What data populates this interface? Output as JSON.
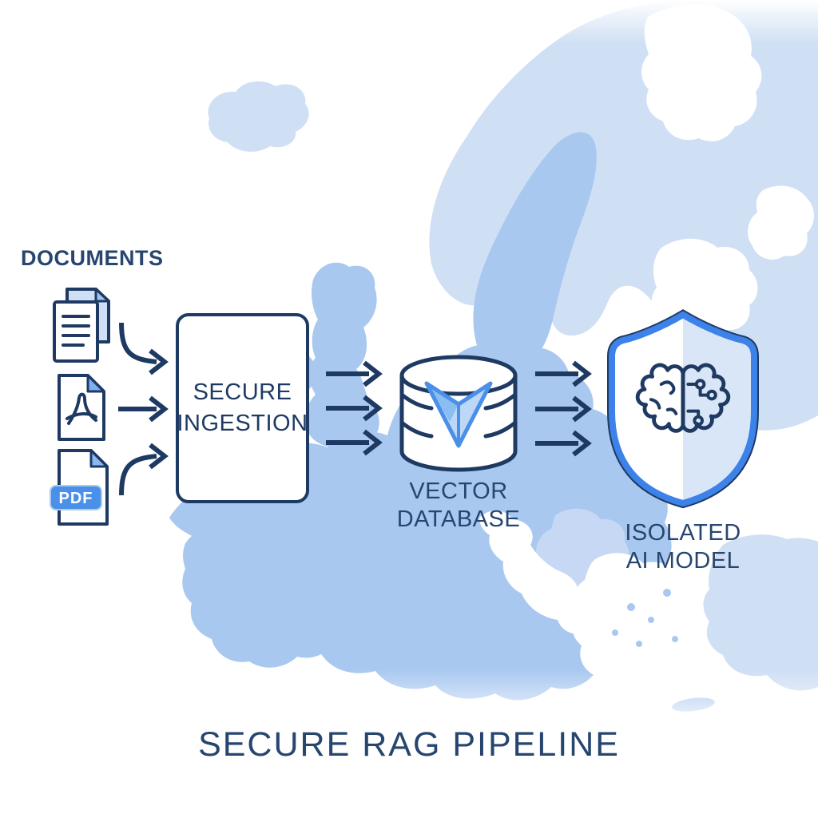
{
  "diagram": {
    "title": "SECURE RAG PIPELINE",
    "documents": {
      "label": "DOCUMENTS",
      "pdf_badge": "PDF"
    },
    "ingestion": {
      "line1": "SECURE",
      "line2": "INGESTION"
    },
    "vector_db": {
      "line1": "VECTOR",
      "line2": "DATABASE"
    },
    "ai_model": {
      "line1": "ISOLATED",
      "line2": "AI MODEL"
    }
  },
  "icons": {
    "document_stack": "document-stack-icon",
    "pdf_acrobat": "pdf-document-icon",
    "pdf_file": "pdf-file-icon",
    "database": "vector-database-cylinder-icon",
    "vector_glyph": "vector-arrow-glyph",
    "shield": "security-shield-icon",
    "brain": "ai-brain-circuit-icon",
    "map": "europe-map-background"
  },
  "colors": {
    "navy_outline": "#1e3a63",
    "text_navy": "#27466f",
    "map_light": "#cfdff4",
    "map_medium": "#a9c8f0",
    "map_midlight": "#c6d8f3",
    "accent_blue": "#3d82e8",
    "badge_blue": "#4a90e8",
    "icon_fill_light": "#cfe0f5",
    "glyph_fill": "#bcd8f6"
  }
}
